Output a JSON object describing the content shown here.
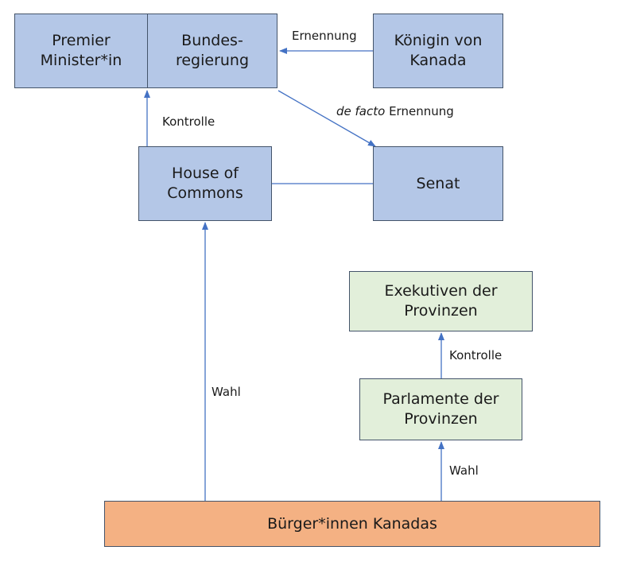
{
  "nodes": {
    "premier": {
      "label": "Premier\nMinister*in"
    },
    "bundesregierung": {
      "label": "Bundes-\nregierung"
    },
    "koenigin": {
      "label": "Königin von\nKanada"
    },
    "house": {
      "label": "House of\nCommons"
    },
    "senat": {
      "label": "Senat"
    },
    "exekutiven": {
      "label": "Exekutiven der\nProvinzen"
    },
    "parlamente": {
      "label": "Parlamente der\nProvinzen"
    },
    "buerger": {
      "label": "Bürger*innen Kanadas"
    }
  },
  "edges": {
    "ernennung": {
      "label": "Ernennung"
    },
    "de_facto": {
      "italic": "de facto",
      "label": "Ernennung"
    },
    "kontrolle_bund": {
      "label": "Kontrolle"
    },
    "kontrolle_prov": {
      "label": "Kontrolle"
    },
    "wahl_house": {
      "label": "Wahl"
    },
    "wahl_prov": {
      "label": "Wahl"
    }
  },
  "colors": {
    "federal_fill": "#b4c7e7",
    "provincial_fill": "#e2efda",
    "citizens_fill": "#f4b183",
    "box_border": "#44546a",
    "arrow": "#4472c4"
  }
}
